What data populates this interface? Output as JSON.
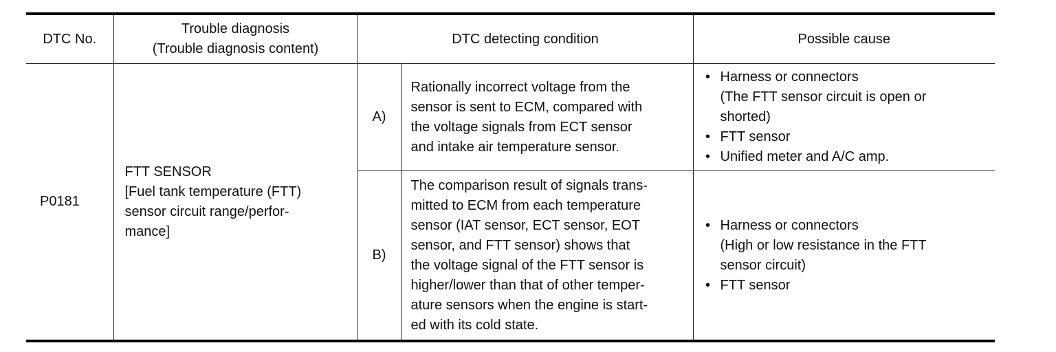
{
  "header": {
    "dtc_no": "DTC No.",
    "trouble_diagnosis_line1": "Trouble diagnosis",
    "trouble_diagnosis_line2": "(Trouble diagnosis content)",
    "detecting_condition": "DTC detecting condition",
    "possible_cause": "Possible cause"
  },
  "row": {
    "dtc_no": "P0181",
    "diagnosis_lines": [
      "FTT SENSOR",
      "[Fuel tank temperature (FTT)",
      "sensor circuit range/perfor-",
      "mance]"
    ],
    "conditions": [
      {
        "label": "A)",
        "text_lines": [
          "Rationally incorrect voltage from the",
          "sensor is sent to ECM, compared with",
          "the voltage signals from ECT sensor",
          "and intake air temperature sensor."
        ],
        "causes": [
          [
            "Harness or connectors",
            "(The FTT sensor circuit is open or",
            "shorted)"
          ],
          [
            "FTT sensor"
          ],
          [
            "Unified meter and A/C amp."
          ]
        ]
      },
      {
        "label": "B)",
        "text_lines": [
          "The comparison result of signals trans-",
          "mitted to ECM from each temperature",
          "sensor (IAT sensor, ECT sensor, EOT",
          "sensor, and FTT sensor) shows that",
          "the voltage signal of the FTT sensor is",
          "higher/lower than that of other temper-",
          "ature sensors when the engine is start-",
          "ed with its cold state."
        ],
        "causes": [
          [
            "Harness or connectors",
            "(High or low resistance in the FTT",
            "sensor circuit)"
          ],
          [
            "FTT sensor"
          ]
        ]
      }
    ]
  },
  "bullet": "•"
}
